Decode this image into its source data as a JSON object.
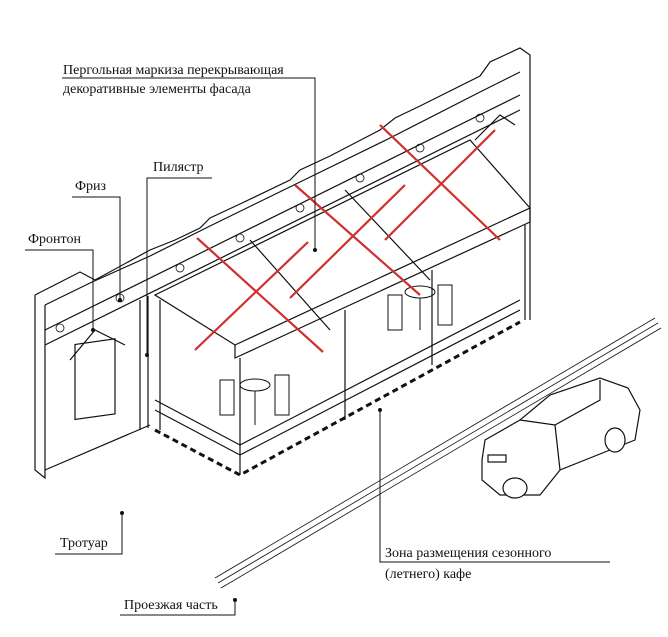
{
  "labels": {
    "pergola_line1": "Пергольная маркиза перекрывающая",
    "pergola_line2": "декоративные элементы фасада",
    "pilaster": "Пилястр",
    "frieze": "Фриз",
    "pediment": "Фронтон",
    "sidewalk": "Тротуар",
    "roadway": "Проезжая часть",
    "zone_line1": "Зона размещения сезонного",
    "zone_line2": "(летнего) кафе"
  },
  "colors": {
    "line": "#111111",
    "accent": "#d0302c"
  }
}
